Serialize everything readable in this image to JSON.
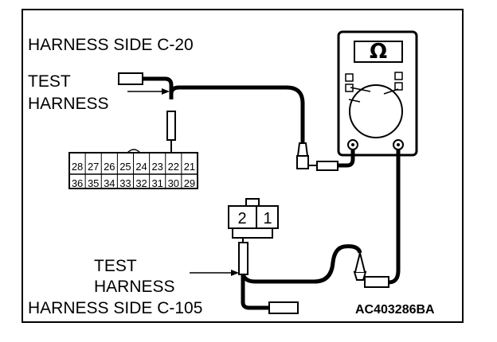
{
  "title_c20": "HARNESS SIDE C-20",
  "test_harness_top": [
    "TEST",
    "HARNESS"
  ],
  "test_harness_bottom": [
    "TEST",
    "HARNESS"
  ],
  "title_c105": "HARNESS SIDE C-105",
  "figure_code": "AC403286BA",
  "meter_symbol": "Ω",
  "connector_c20": {
    "row1": [
      "28",
      "27",
      "26",
      "25",
      "24",
      "23",
      "22",
      "21"
    ],
    "row2": [
      "36",
      "35",
      "34",
      "33",
      "32",
      "31",
      "30",
      "29"
    ]
  },
  "connector_c105": {
    "pins": [
      "2",
      "1"
    ]
  }
}
